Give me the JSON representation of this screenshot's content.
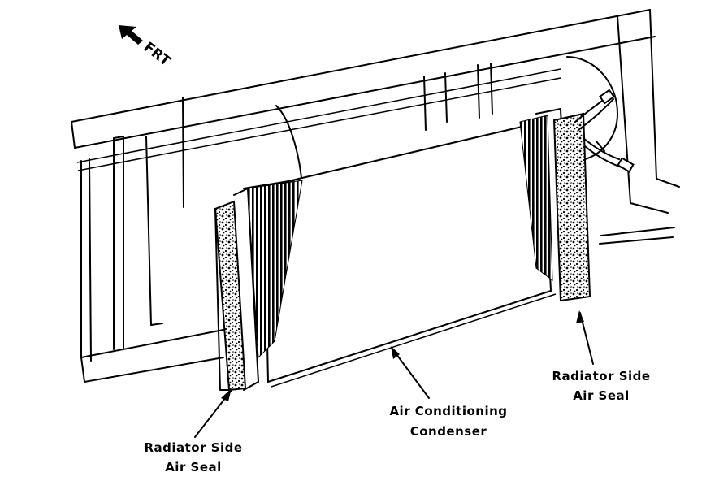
{
  "direction_marker": {
    "label": "FRT",
    "icon": "arrow-icon"
  },
  "callouts": {
    "left_seal": {
      "line1": "Radiator Side",
      "line2": "Air Seal"
    },
    "right_seal": {
      "line1": "Radiator Side",
      "line2": "Air Seal"
    },
    "condenser": {
      "line1": "Air Conditioning",
      "line2": "Condenser"
    }
  },
  "colors": {
    "ink": "#000000",
    "paper": "#ffffff"
  }
}
